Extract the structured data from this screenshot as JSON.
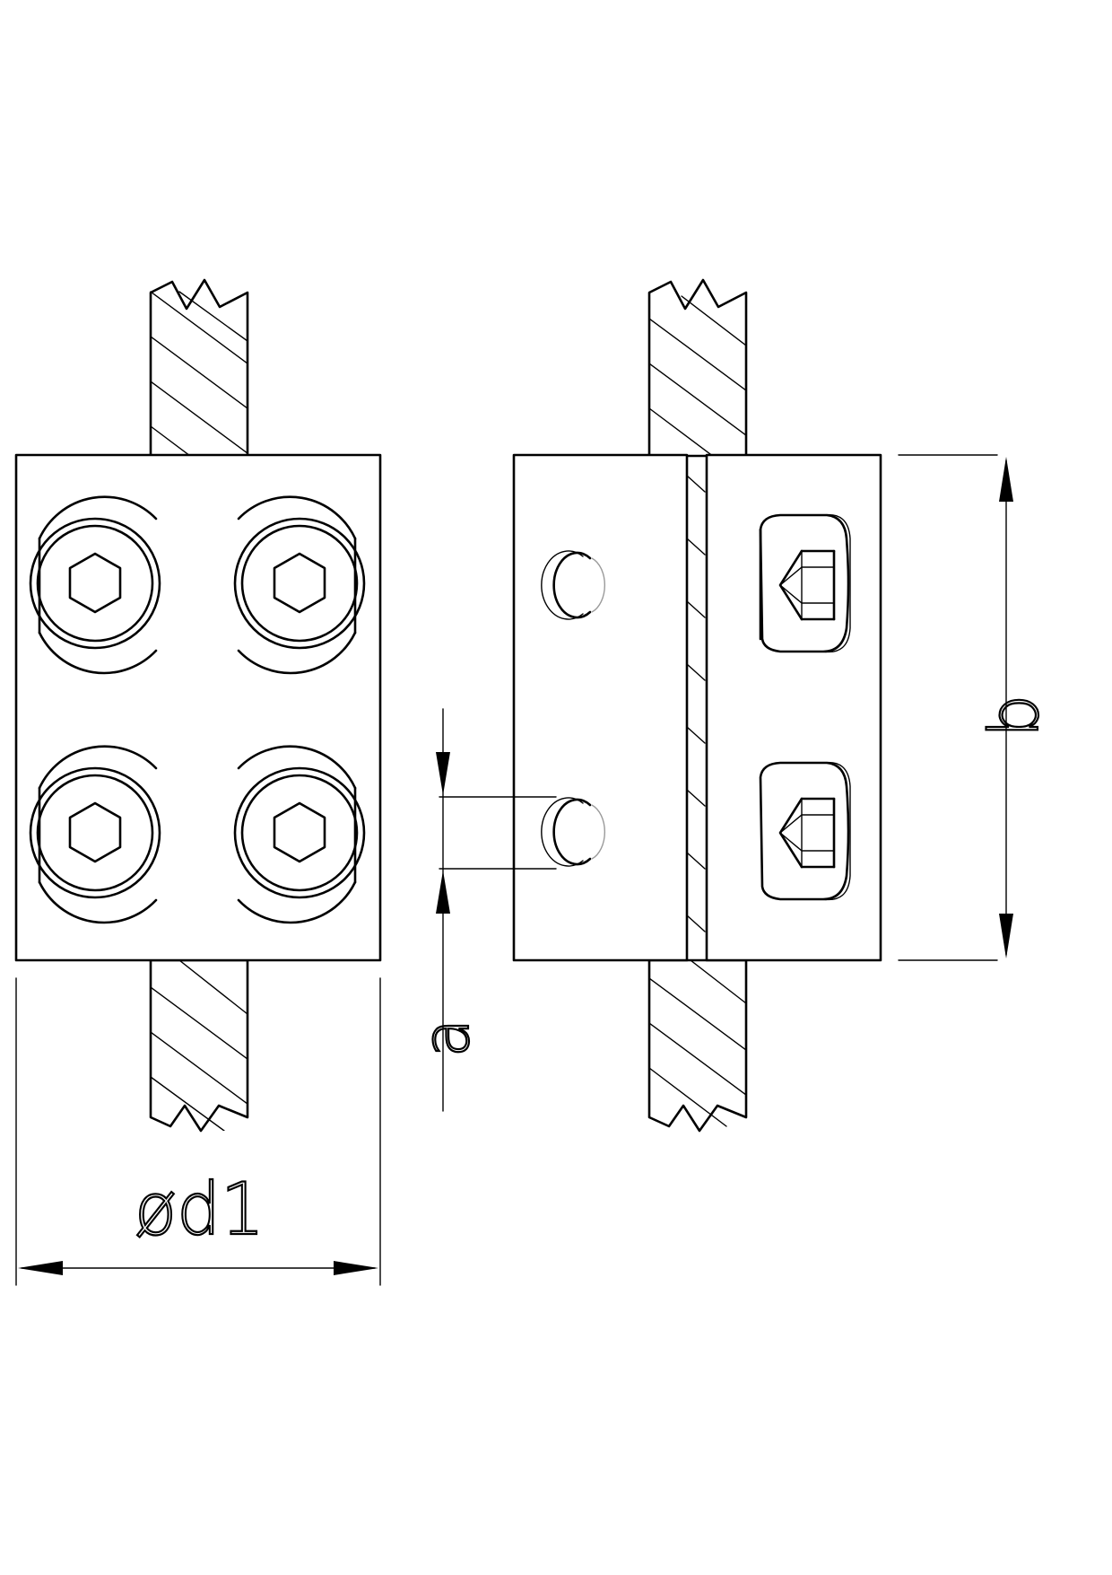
{
  "drawing": {
    "dimensions": {
      "diameter_label": "ød1",
      "height_label": "b",
      "spacing_label": "a"
    },
    "views": [
      "front-view",
      "side-view"
    ],
    "colors": {
      "line": "#000000",
      "background": "#ffffff",
      "hidden_line": "#9a9a9a"
    }
  }
}
